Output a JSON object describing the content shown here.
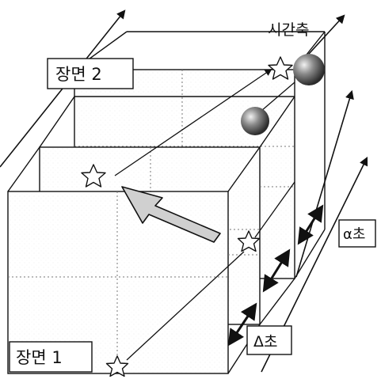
{
  "diagram": {
    "labels": {
      "scene2": "장면 2",
      "scene1": "장면 1",
      "time_axis": "시간축",
      "alpha_sec": "α초",
      "delta_sec": "Δ초"
    },
    "icons": {
      "star": "star-icon",
      "sphere": "sphere-icon",
      "arrow": "block-arrow-icon"
    },
    "colors": {
      "line": "#111111",
      "dotted": "#777777",
      "sphere_dark": "#3a3a3a",
      "sphere_light": "#eeeeee",
      "arrow_fill": "#d0d0d0"
    }
  }
}
